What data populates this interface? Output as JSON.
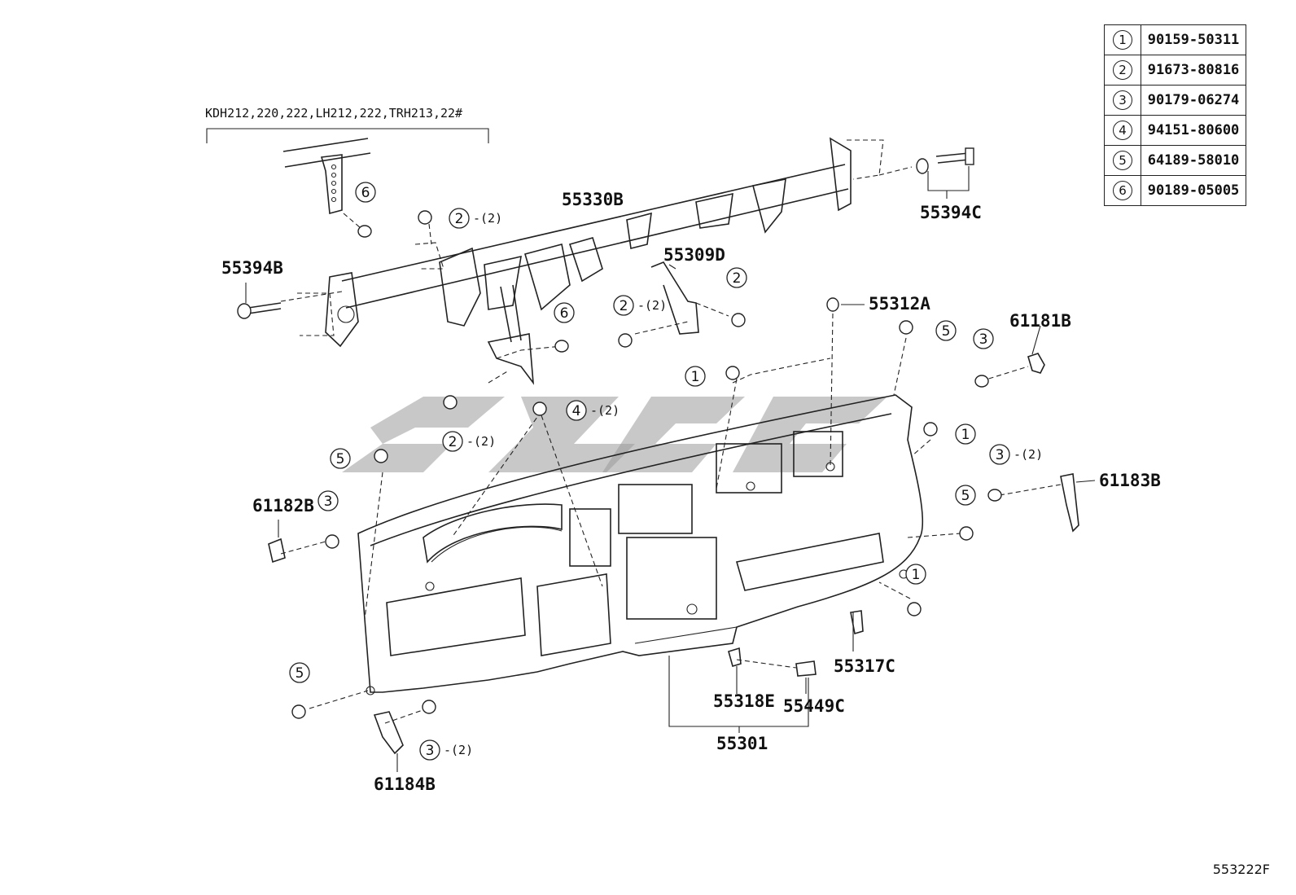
{
  "variant_note": "KDH212,220,222,LH212,222,TRH213,22#",
  "diagram_code": "553222F",
  "legend": [
    {
      "key": "1",
      "part": "90159-50311"
    },
    {
      "key": "2",
      "part": "91673-80816"
    },
    {
      "key": "3",
      "part": "90179-06274"
    },
    {
      "key": "4",
      "part": "94151-80600"
    },
    {
      "key": "5",
      "part": "64189-58010"
    },
    {
      "key": "6",
      "part": "90189-05005"
    }
  ],
  "labels": {
    "p55330B": "55330B",
    "p55394B": "55394B",
    "p55394C": "55394C",
    "p55309D": "55309D",
    "p55312A": "55312A",
    "p61181B": "61181B",
    "p61182B": "61182B",
    "p61183B": "61183B",
    "p61184B": "61184B",
    "p55317C": "55317C",
    "p55318E": "55318E",
    "p55449C": "55449C",
    "p55301": "55301"
  },
  "qty": "-(2)",
  "callouts": [
    {
      "n": "6",
      "qty": ""
    },
    {
      "n": "2",
      "qty": "-(2)"
    },
    {
      "n": "6",
      "qty": ""
    },
    {
      "n": "2",
      "qty": "-(2)"
    },
    {
      "n": "2",
      "qty": ""
    },
    {
      "n": "5",
      "qty": ""
    },
    {
      "n": "3",
      "qty": ""
    },
    {
      "n": "1",
      "qty": ""
    },
    {
      "n": "4",
      "qty": "-(2)"
    },
    {
      "n": "2",
      "qty": "-(2)"
    },
    {
      "n": "5",
      "qty": ""
    },
    {
      "n": "3",
      "qty": ""
    },
    {
      "n": "1",
      "qty": ""
    },
    {
      "n": "3",
      "qty": "-(2)"
    },
    {
      "n": "5",
      "qty": ""
    },
    {
      "n": "1",
      "qty": ""
    },
    {
      "n": "5",
      "qty": ""
    },
    {
      "n": "3",
      "qty": "-(2)"
    }
  ]
}
